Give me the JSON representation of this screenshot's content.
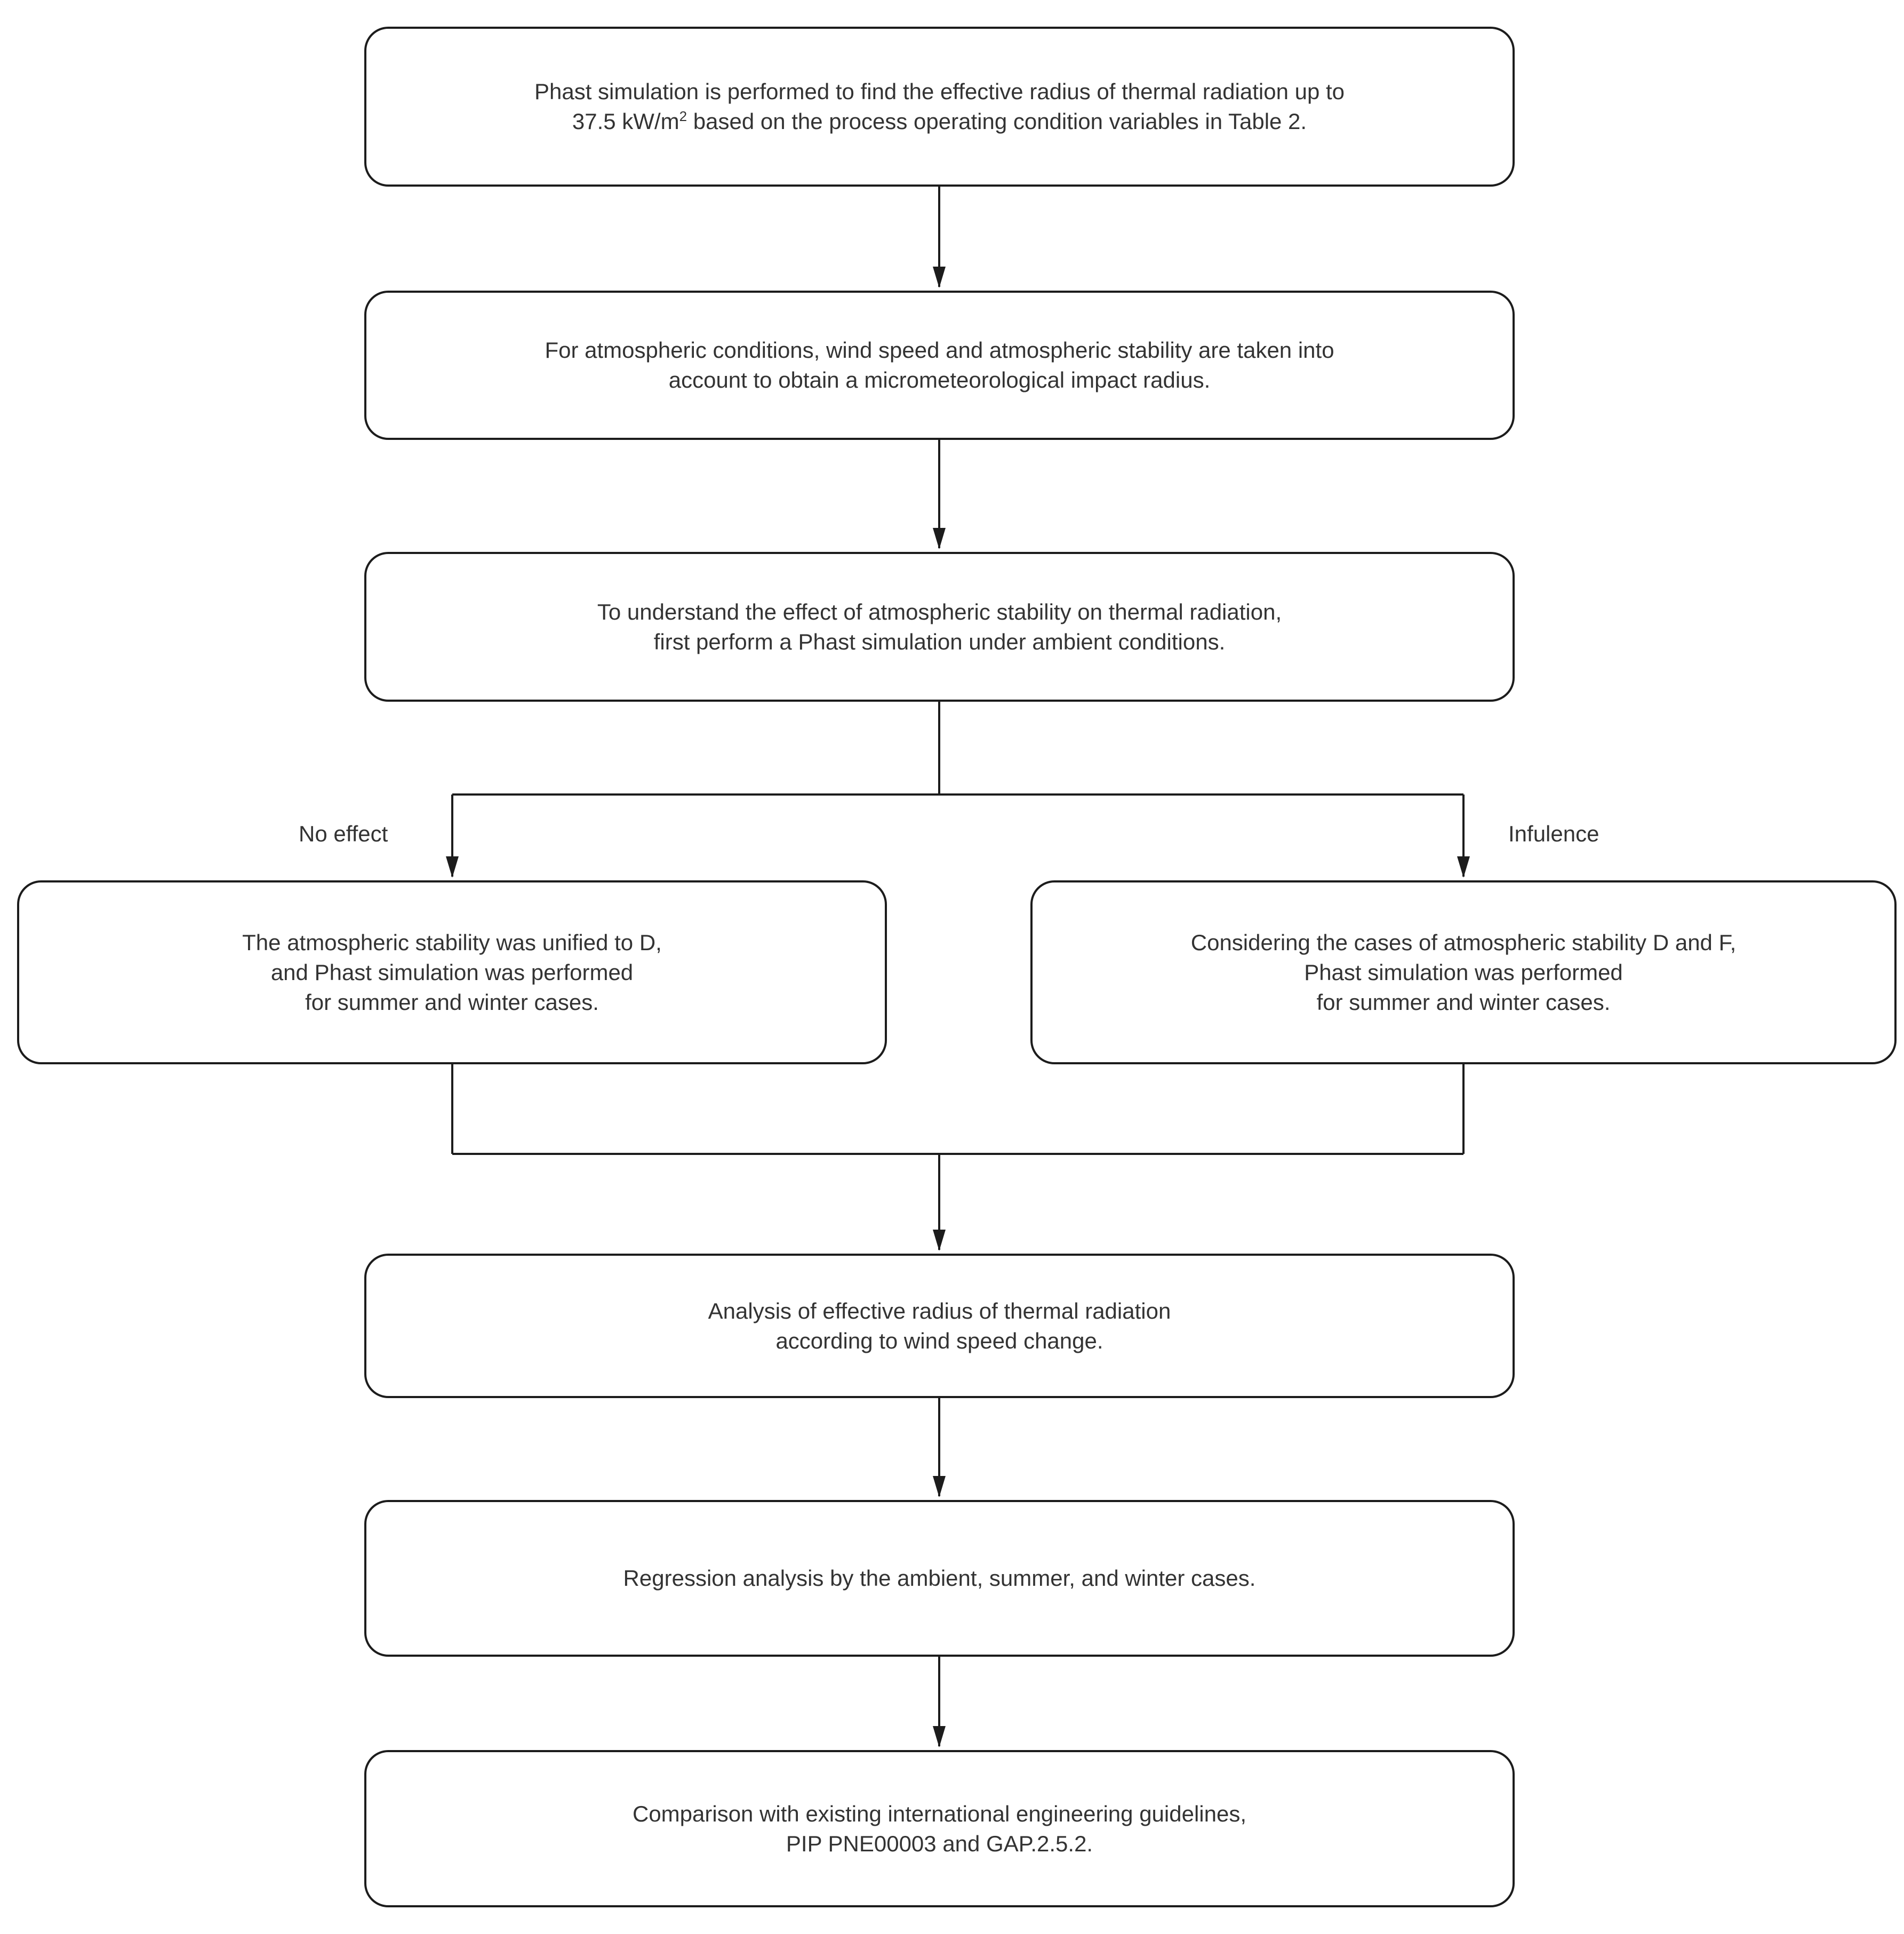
{
  "diagram_type": "flowchart",
  "colors": {
    "stroke": "#1c1c1c",
    "text": "#333333",
    "node_fill": "#ffffff",
    "background": "#ffffff"
  },
  "nodes": {
    "phast_simulation": {
      "line1": "Phast simulation is performed to find the effective radius of thermal radiation up to",
      "line2_pre": "37.5 kW/m",
      "line2_sup": "2",
      "line2_post": " based on the process operating condition variables in Table 2."
    },
    "atmospheric_conditions": {
      "line1": "For atmospheric conditions, wind speed and atmospheric stability are taken into",
      "line2": "account to obtain a micrometeorological impact radius."
    },
    "ambient_simulation": {
      "line1": "To understand the effect of atmospheric stability on thermal radiation,",
      "line2": "first perform a Phast simulation under ambient conditions."
    },
    "no_effect_case": {
      "line1": "The atmospheric stability was unified to D,",
      "line2": "and Phast simulation was performed",
      "line3": "for summer and winter cases."
    },
    "influence_case": {
      "line1": "Considering the cases of atmospheric stability D and F,",
      "line2": "Phast simulation was performed",
      "line3": "for summer and winter cases."
    },
    "wind_speed_analysis": {
      "line1": "Analysis of effective radius of thermal radiation",
      "line2": "according to wind speed change."
    },
    "regression_analysis": {
      "line1": "Regression analysis by the ambient, summer, and winter cases."
    },
    "guideline_comparison": {
      "line1": "Comparison with existing international engineering guidelines,",
      "line2": "PIP PNE00003 and GAP.2.5.2."
    }
  },
  "branch_labels": {
    "no_effect": "No effect",
    "influence": "Infulence"
  }
}
